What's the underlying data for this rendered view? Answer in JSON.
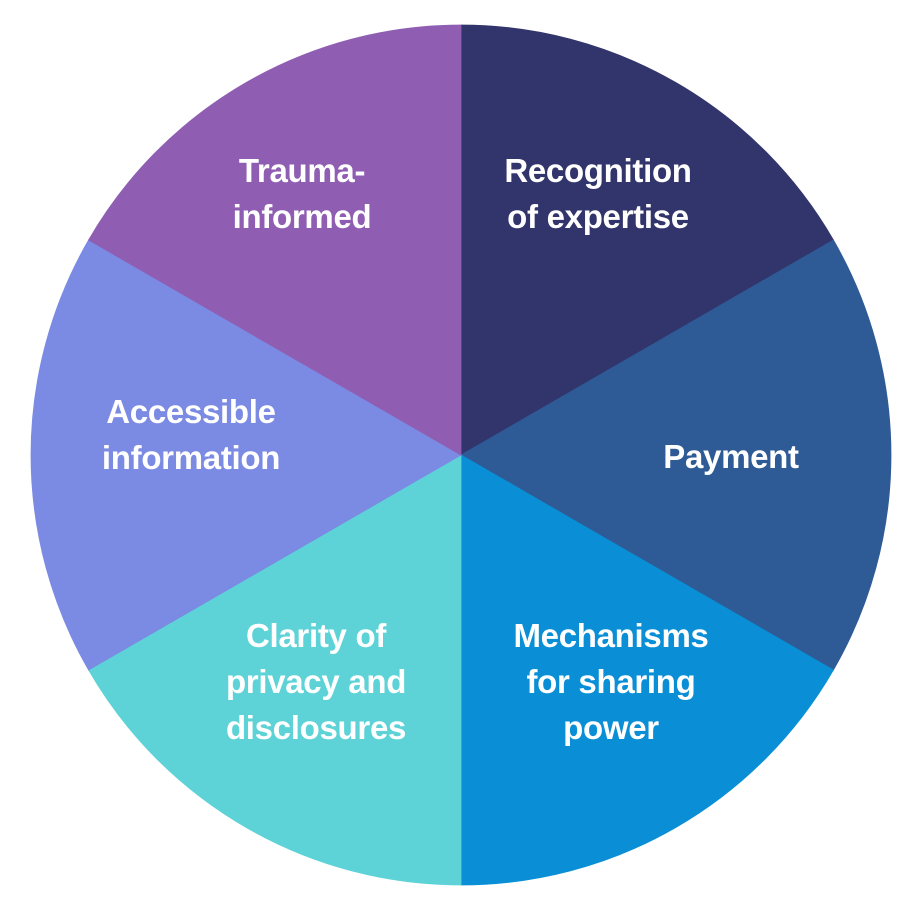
{
  "diagram": {
    "segments": [
      {
        "id": "recognition",
        "lines": [
          "Recognition",
          "of expertise"
        ],
        "color": "#32356b"
      },
      {
        "id": "payment",
        "lines": [
          "Payment"
        ],
        "color": "#2e5b96"
      },
      {
        "id": "mechanisms",
        "lines": [
          "Mechanisms",
          "for sharing",
          "power"
        ],
        "color": "#0a8fd6"
      },
      {
        "id": "clarity",
        "lines": [
          "Clarity of",
          "privacy and",
          "disclosures"
        ],
        "color": "#5dd3d7"
      },
      {
        "id": "accessible",
        "lines": [
          "Accessible",
          "information"
        ],
        "color": "#7b8ae3"
      },
      {
        "id": "trauma",
        "lines": [
          "Trauma-",
          "informed"
        ],
        "color": "#8f5eb2"
      }
    ]
  }
}
